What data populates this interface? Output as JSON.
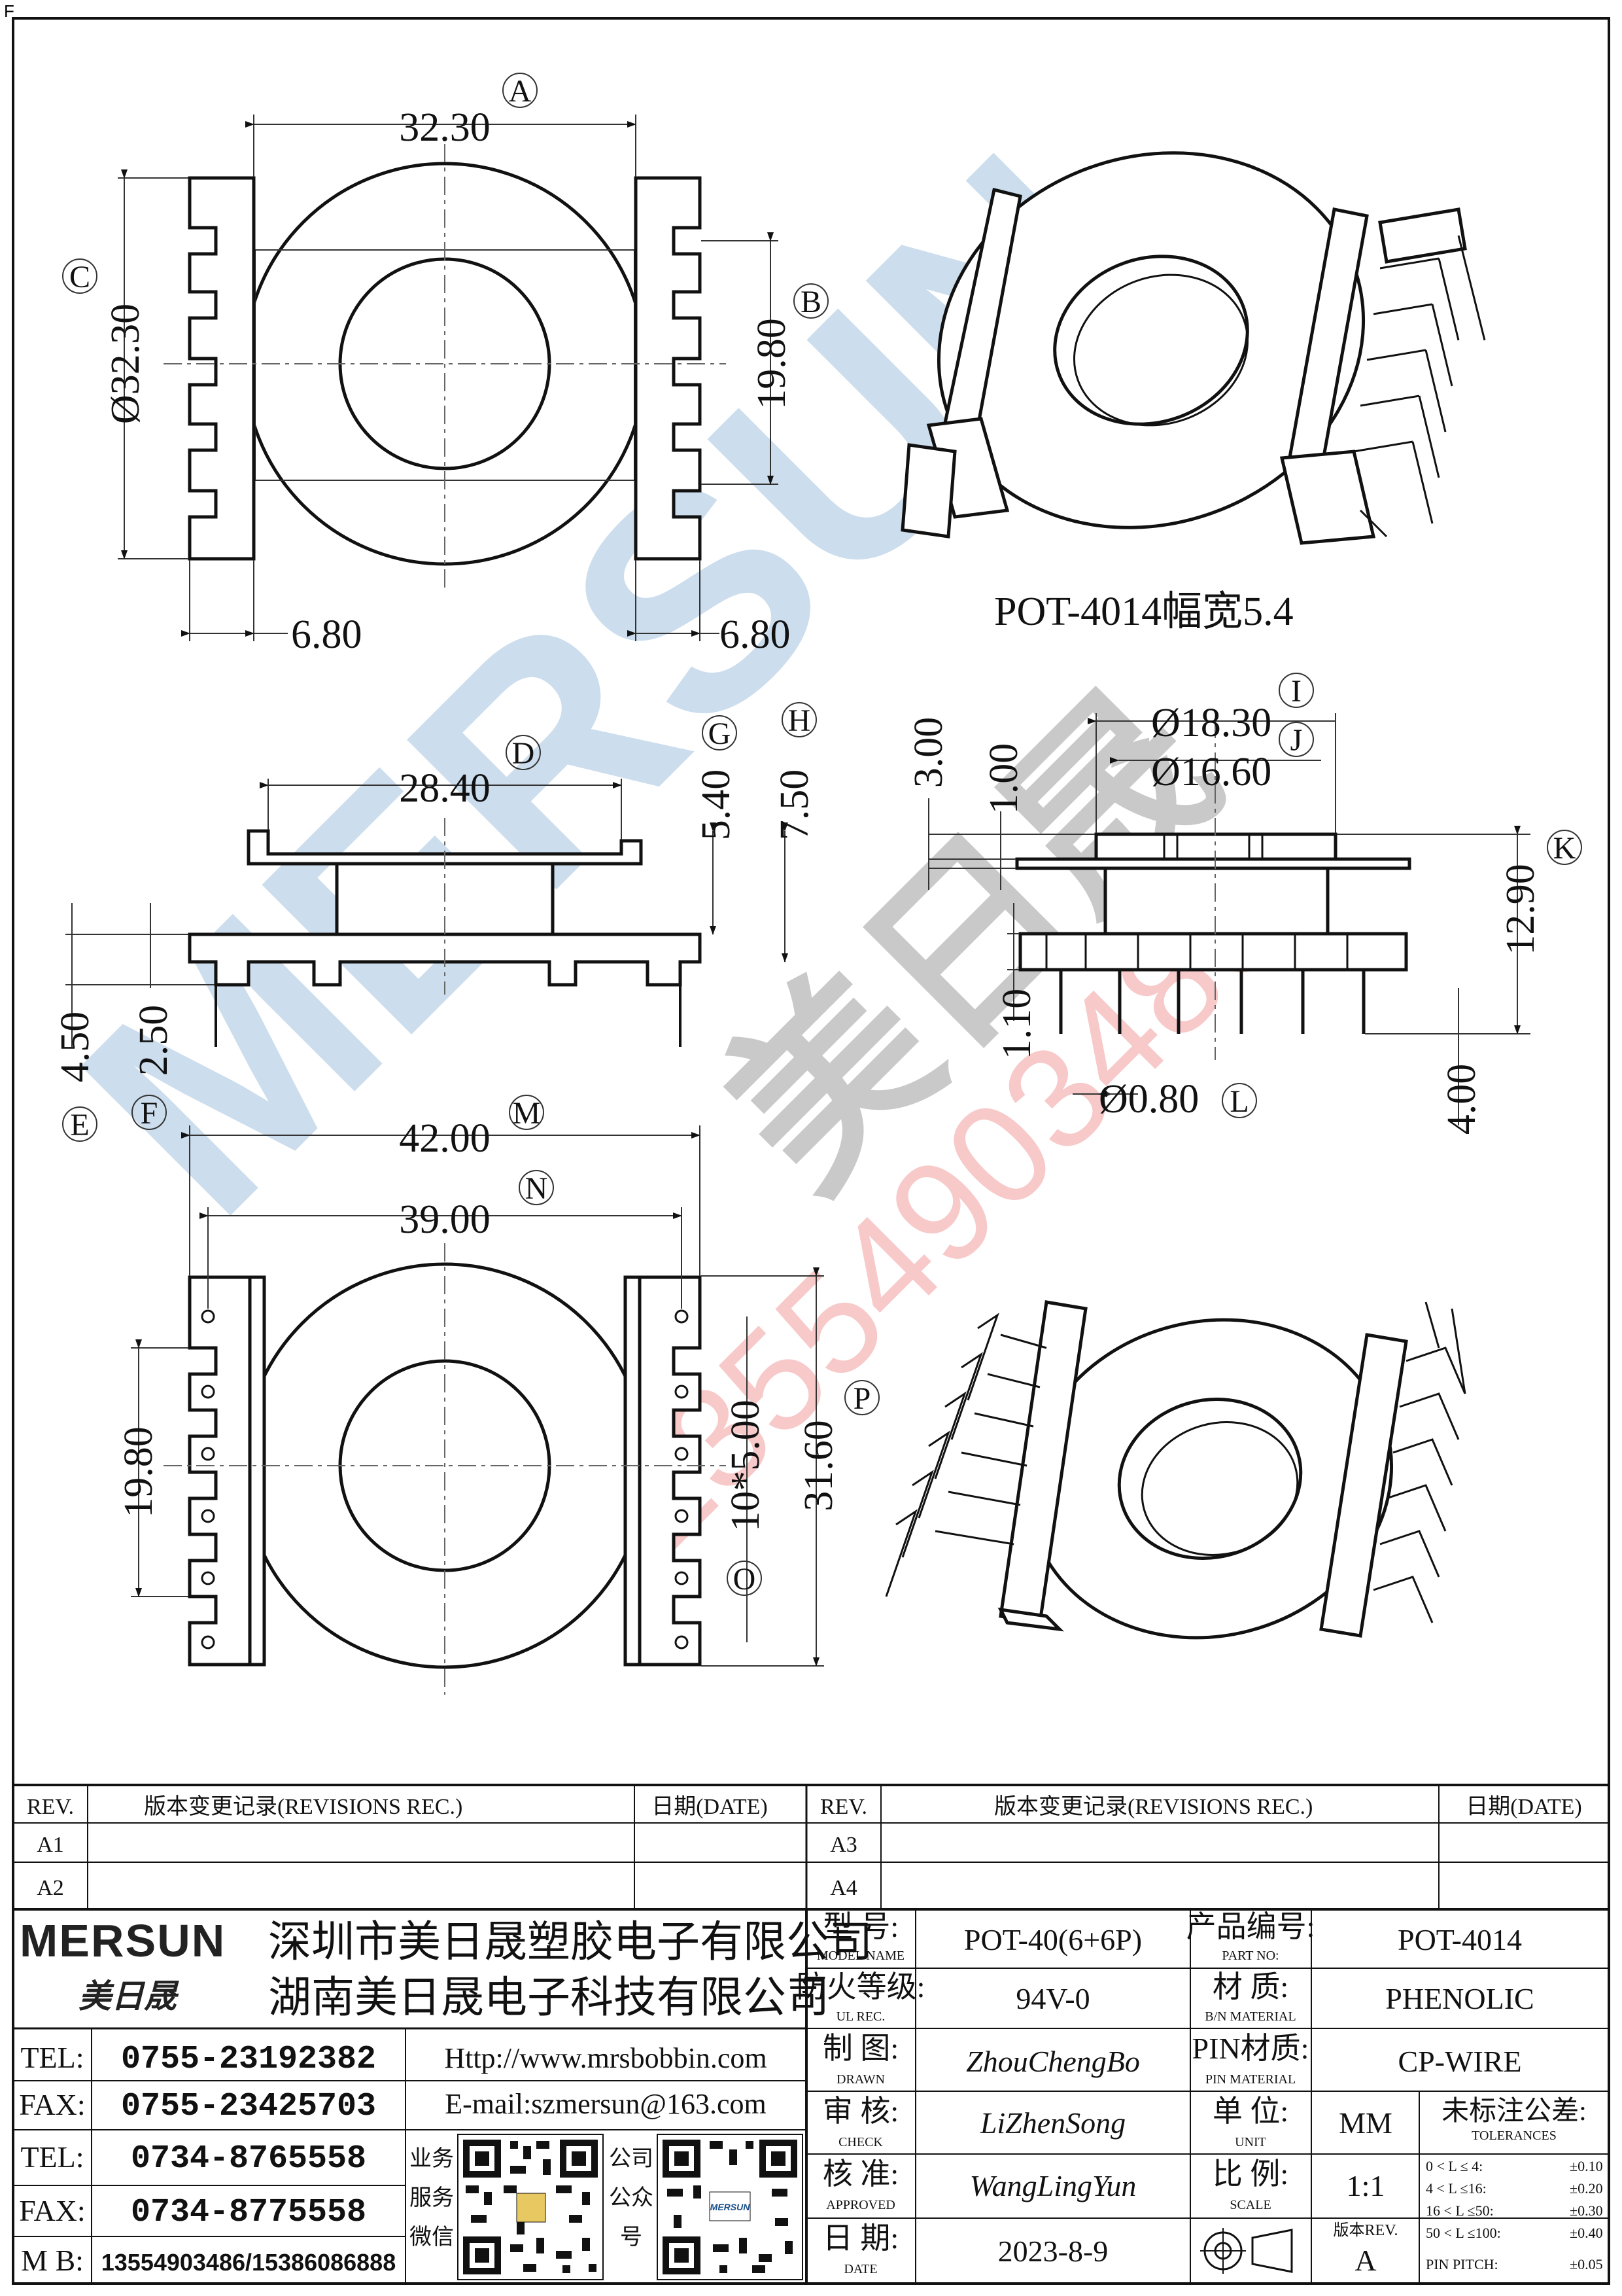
{
  "corner_mark": "F",
  "drawing": {
    "top_view": {
      "width": "32.30",
      "width_ref": "A",
      "diameter": "Ø32.30",
      "diameter_ref": "C",
      "pin_span": "19.80",
      "pin_span_ref": "B",
      "left_flange": "6.80",
      "right_flange": "6.80"
    },
    "iso_caption": "POT-4014幅宽5.4",
    "side_view": {
      "flange_width": "28.40",
      "flange_ref": "D",
      "winding_width": "5.40",
      "winding_ref": "G",
      "height": "7.50",
      "height_ref": "H",
      "pin_stub": "4.50",
      "pin_stub_ref": "E",
      "base": "2.50",
      "base_ref": "F"
    },
    "end_view": {
      "d_outer": "Ø18.30",
      "d_outer_ref": "I",
      "d_inner": "Ø16.60",
      "d_inner_ref": "J",
      "top_height": "3.00",
      "flange_thk": "1.00",
      "overall_height": "12.90",
      "overall_ref": "K",
      "base_thk": "1.10",
      "pin_length": "4.00",
      "pin_dia": "Ø0.80",
      "pin_dia_ref": "L"
    },
    "bottom_view": {
      "overall": "42.00",
      "overall_ref": "M",
      "pin_row": "39.00",
      "pin_row_ref": "N",
      "span": "19.80",
      "pitch": "10*5.00",
      "pitch_ref": "O",
      "height": "31.60",
      "height_ref": "P"
    },
    "watermark": {
      "brand": "MERSUN",
      "cn": "美日晟",
      "phone": "13554903486"
    }
  },
  "revisions": {
    "left": {
      "rev_header": "REV.",
      "desc_header": "版本变更记录(REVISIONS REC.)",
      "date_header": "日期(DATE)",
      "rows": [
        "A1",
        "A2"
      ]
    },
    "right": {
      "rev_header": "REV.",
      "desc_header": "版本变更记录(REVISIONS REC.)",
      "date_header": "日期(DATE)",
      "rows": [
        "A3",
        "A4"
      ]
    }
  },
  "company": {
    "logo": "MERSUN",
    "logo_cn": "美日晟",
    "name1": "深圳市美日晟塑胶电子有限公司",
    "name2": "湖南美日晟电子科技有限公司",
    "contacts": [
      {
        "label": "TEL:",
        "value": "0755-23192382"
      },
      {
        "label": "FAX:",
        "value": "0755-23425703"
      },
      {
        "label": "TEL:",
        "value": "0734-8765558"
      },
      {
        "label": "FAX:",
        "value": "0734-8775558"
      },
      {
        "label": "M B:",
        "value": "13554903486/15386086888"
      }
    ],
    "website": "Http://www.mrsbobbin.com",
    "email": "E-mail:szmersun@163.com",
    "qr1_label": [
      "业务",
      "服务",
      "微信"
    ],
    "qr2_label": [
      "公司",
      "公众",
      "号"
    ]
  },
  "spec": {
    "model_label": "型 号:",
    "model_en": "MODEL NAME",
    "model": "POT-40(6+6P)",
    "part_label": "产品编号:",
    "part_en": "PART NO:",
    "part": "POT-4014",
    "ul_label": "防火等级:",
    "ul_en": "UL REC.",
    "ul": "94V-0",
    "mat_label": "材 质:",
    "mat_en": "B/N MATERIAL",
    "mat": "PHENOLIC",
    "drawn_label": "制 图:",
    "drawn_en": "DRAWN",
    "drawn": "ZhouChengBo",
    "pin_label": "PIN材质:",
    "pin_en": "PIN MATERIAL",
    "pin": "CP-WIRE",
    "check_label": "审 核:",
    "check_en": "CHECK",
    "check": "LiZhenSong",
    "unit_label": "单 位:",
    "unit_en": "UNIT",
    "unit": "MM",
    "approved_label": "核 准:",
    "approved_en": "APPROVED",
    "approved": "WangLingYun",
    "scale_label": "比 例:",
    "scale_en": "SCALE",
    "scale": "1:1",
    "date_label": "日 期:",
    "date_en": "DATE",
    "date": "2023-8-9",
    "rev_label": "版本REV.",
    "rev": "A",
    "tol_title": "未标注公差:",
    "tol_en": "TOLERANCES",
    "tolerances": [
      {
        "range": "0 < L ≤  4:",
        "val": "±0.10"
      },
      {
        "range": "4 < L ≤16:",
        "val": "±0.20"
      },
      {
        "range": "16 < L ≤50:",
        "val": "±0.30"
      },
      {
        "range": "50 < L ≤100:",
        "val": "±0.40"
      },
      {
        "range": "PIN PITCH:",
        "val": "±0.05"
      }
    ]
  }
}
